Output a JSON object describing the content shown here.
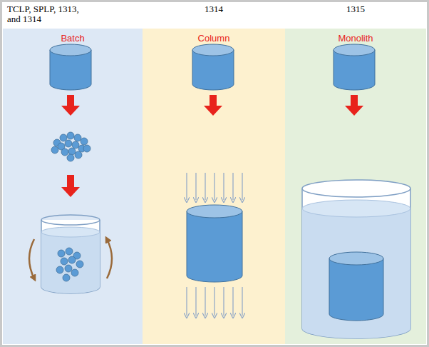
{
  "diagram": {
    "nodes": [
      {
        "text": [
          "TCLP, SPLP, 1313, and 1314",
          "Batch"
        ]
      },
      {
        "text": [
          "1314",
          "Column"
        ]
      },
      {
        "text": [
          "1315",
          "Monolith"
        ]
      }
    ]
  }
}
